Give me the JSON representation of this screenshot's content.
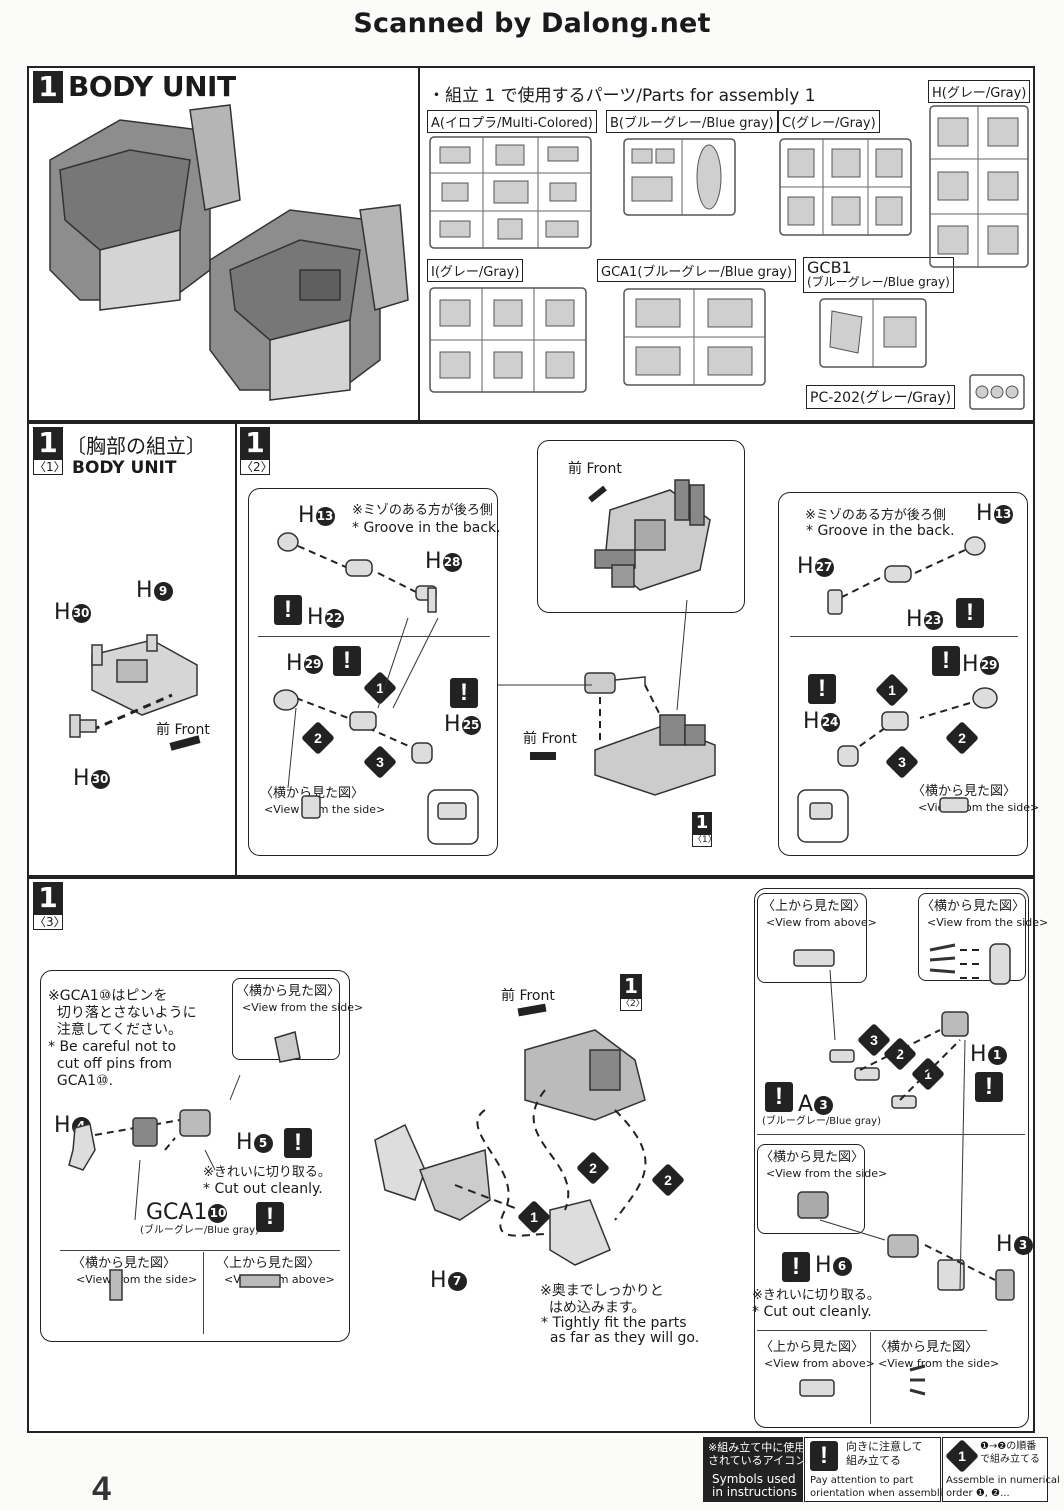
{
  "credit": "Scanned by Dalong.net",
  "section1": {
    "step": "1",
    "title": "BODY UNIT",
    "parts_heading": "・組立 1 で使用するパーツ/Parts for assembly 1",
    "sheets": [
      {
        "label": "A(イロプラ/Multi-Colored)"
      },
      {
        "label": "B(ブルーグレー/Blue gray)"
      },
      {
        "label": "C(グレー/Gray)"
      },
      {
        "label": "H(グレー/Gray)"
      },
      {
        "label": "I(グレー/Gray)"
      },
      {
        "label": "GCA1(ブルーグレー/Blue gray)"
      },
      {
        "label": "GCB1",
        "sub": "(ブルーグレー/Blue gray)"
      },
      {
        "label": "PC-202(グレー/Gray)"
      }
    ]
  },
  "step11": {
    "step": "1",
    "sub": "〈1〉",
    "title_jp": "〔胸部の組立〕",
    "title_en": "BODY UNIT",
    "parts": {
      "h9": "H",
      "h30a": "H",
      "h30b": "H"
    },
    "front": "前  Front"
  },
  "step12": {
    "step": "1",
    "sub": "〈2〉",
    "groove_jp": "※ミゾのある方が後ろ側",
    "groove_en": "* Groove in the back.",
    "front_top": "前  Front",
    "front_mid": "前  Front",
    "side_view_jp": "〈横から見た図〉",
    "side_view_en": "<View from the side>",
    "part_letter": "H",
    "ref_step": "1",
    "ref_sub": "〈1〉"
  },
  "step13": {
    "step": "1",
    "sub": "〈3〉",
    "gca_note": "※GCA1⑩はピンを\n  切り落とさないように\n  注意してください。\n* Be careful not to\n  cut off pins from\n  GCA1⑩.",
    "cut_jp": "※きれいに切り取る。",
    "cut_en": "* Cut out cleanly.",
    "gca_label": "GCA1",
    "gca_sub": "(ブルーグレー/Blue gray)",
    "side_view_jp": "〈横から見た図〉",
    "side_view_en": "<View from the side>",
    "top_view_jp": "〈上から見た図〉",
    "top_view_en": "<View from above>",
    "front": "前  Front",
    "ref_step": "1",
    "ref_sub": "〈2〉",
    "tight_jp": "※奥までしっかりと\n  はめ込みます。",
    "tight_en": "* Tightly fit the parts\n  as far as they will go.",
    "a3_sub": "(ブルーグレー/Blue gray)",
    "part_letter": "H",
    "a_letter": "A"
  },
  "footer": {
    "symbols_jp": "※組み立て中に使用\nされているアイコン",
    "symbols_en": "Symbols used\nin instructions",
    "attention_jp": "向きに注意して\n組み立てる",
    "attention_en": "Pay attention to part\norientation when assembling.",
    "order_jp": "❶→❷の順番\nで組み立てる",
    "order_en": "Assemble in numerical\norder ❶, ❷...",
    "page": "4"
  }
}
